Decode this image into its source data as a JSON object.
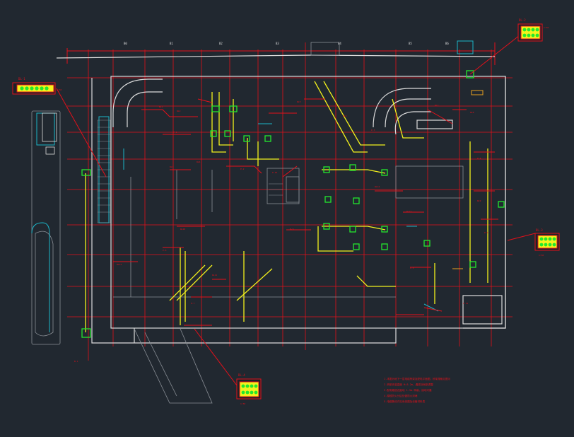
{
  "drawing": {
    "background": "#212830",
    "colors": {
      "red": "#e5101a",
      "yellow": "#f4f21c",
      "green": "#23e72e",
      "white": "#dcdcdc",
      "cyan": "#1bb6c8",
      "gray": "#8a8f96",
      "orange": "#e8a020"
    },
    "top_labels": [
      "B0",
      "B1",
      "B2",
      "B3",
      "B4",
      "B5",
      "B6"
    ],
    "callout_titles": [
      "DL-1",
      "DL-2",
      "DL-3",
      "DL-4"
    ],
    "callout_sublabels": [
      "1:50",
      "1:50",
      "1:50",
      "1:50"
    ],
    "notes": [
      "1.本图为地下一层电缆桥架及配电平面图，桥架规格见图示",
      "2.桥架安装高度 H=3.2m，遇梁处局部调整",
      "3.配电箱底边距地 1.5m 明装，接地可靠",
      "4.穿越防火分区处做防火封堵",
      "5.电缆敷设详见系统图及设备材料表"
    ]
  }
}
